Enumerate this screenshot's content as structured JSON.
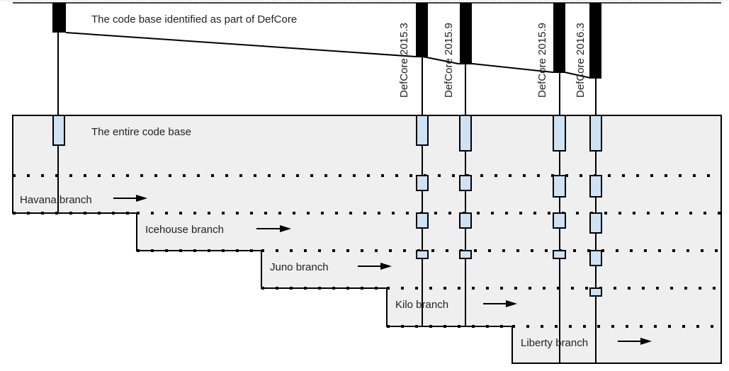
{
  "title_top": "The code base identified as part of DefCore",
  "title_main": "The entire code base",
  "colors": {
    "box_fill": "#efefef",
    "module_fill": "#cfe2f3",
    "stroke": "#000000",
    "text": "#222222"
  },
  "defcore_versions": [
    {
      "label": "DefCore 2015.3"
    },
    {
      "label": "DefCore 2015.9"
    },
    {
      "label": "DefCore 2015.9"
    },
    {
      "label": "DefCore 2016.3"
    }
  ],
  "branches": [
    {
      "label": "Havana branch"
    },
    {
      "label": "Icehouse branch"
    },
    {
      "label": "Juno branch"
    },
    {
      "label": "Kilo branch"
    },
    {
      "label": "Liberty branch"
    }
  ]
}
